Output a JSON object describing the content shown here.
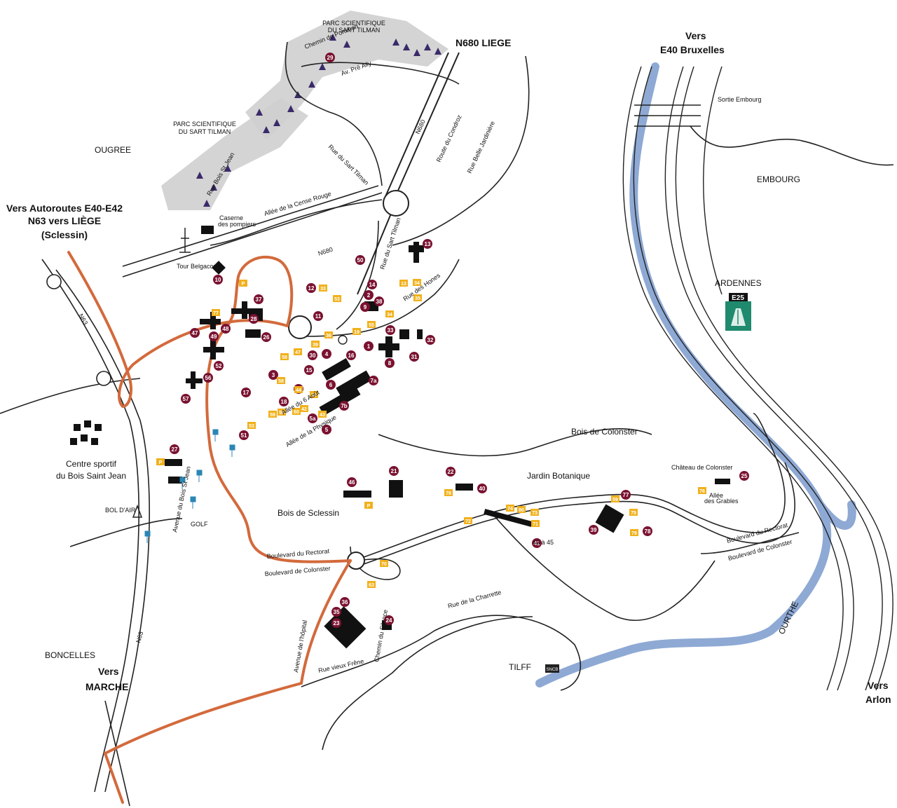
{
  "labels": {
    "n680_liege": "N680 LIEGE",
    "vers_e40_line1": "Vers",
    "vers_e40_line2": "E40 Bruxelles",
    "sortie_embourg": "Sortie Embourg",
    "embourg": "EMBOURG",
    "ougree": "OUGREE",
    "parc_sci_1_line1": "PARC SCIENTIFIQUE",
    "parc_sci_1_line2": "DU SART TILMAN",
    "parc_sci_2_line1": "PARC SCIENTIFIQUE",
    "parc_sci_2_line2": "DU SART TILMAN",
    "vers_auto_line1": "Vers Autoroutes E40-E42",
    "vers_auto_line2": "N63 vers LIÈGE",
    "vers_auto_line3": "(Sclessin)",
    "caserne_line1": "Caserne",
    "caserne_line2": "des pompiers",
    "tour_belgacom": "Tour Belgacom",
    "ardennes": "ARDENNES",
    "e25": "E25",
    "bois_colonster": "Bois de Colonster",
    "chateau_colonster": "Château de Colonster",
    "allee_grables_line1": "Allée",
    "allee_grables_line2": "des Grables",
    "jardin_botanique": "Jardin Botanique",
    "bois_sclessin": "Bois de Sclessin",
    "centre_sportif_line1": "Centre sportif",
    "centre_sportif_line2": "du Bois Saint Jean",
    "bol_dair": "BOL D'AIR",
    "golf": "GOLF",
    "boncelles": "BONCELLES",
    "vers_marche_line1": "Vers",
    "vers_marche_line2": "MARCHE",
    "tilff": "TILFF",
    "vers_arlon_line1": "Vers",
    "vers_arlon_line2": "Arlon",
    "ourthe": "OURTHE",
    "n63_top": "N63",
    "n63_bottom": "N63",
    "n680_mid": "N680",
    "n680_route": "N680",
    "route_condroz": "Route du Condroz",
    "rue_belle_jardiniere": "Rue Belle Jardinière",
    "rue_sart_tilman": "Rue du Sart Tilman",
    "rue_bois_st_jean": "Rue Bois St Jean",
    "allee_cense_rouge": "Allée de la Cense Rouge",
    "av_pre_aily": "Av. Pré Aily",
    "chemin_ponxhon": "Chemin de Ponxhon",
    "rue_hauts_sart": "Rue du Sart Tilman",
    "rue_hones": "Rue des Hones",
    "blvd_rectorat_1": "Boulevard du Rectorat",
    "blvd_rectorat_2": "Boulevard du Rectorat",
    "blvd_colonster_1": "Boulevard de Colonster",
    "blvd_colonster_2": "Boulevard de Colonster",
    "rue_charrette": "Rue de la Charrette",
    "avenue_hopital": "Avenue de l'hôpital",
    "chemin_silence": "Chemin du Silence",
    "rue_vieux_frene": "Rue vieux Frêne",
    "avenue_bois_st_jean": "Avenue du Bois St Jean",
    "allee_physique": "Allée de la Physique",
    "allee_6_aout": "Allée du 6 Août",
    "a45_label": "43 à 45",
    "bloc_label": "SNCB"
  },
  "markers_maroon": [
    "29",
    "10",
    "50",
    "12",
    "11",
    "14",
    "2",
    "9",
    "38",
    "13",
    "33",
    "32",
    "31",
    "8",
    "1",
    "16",
    "7a",
    "7b",
    "6",
    "5",
    "5a",
    "30",
    "4",
    "15",
    "20",
    "18",
    "3",
    "17",
    "51",
    "37",
    "28",
    "26",
    "48",
    "47",
    "49",
    "52",
    "56",
    "57",
    "27",
    "46",
    "21",
    "22",
    "40",
    "39",
    "41",
    "25",
    "77",
    "78",
    "36",
    "35",
    "23",
    "24"
  ],
  "markers_yellow": [
    "P",
    "33",
    "53",
    "34",
    "35",
    "13",
    "34",
    "55",
    "19",
    "36",
    "39",
    "47",
    "58",
    "58",
    "55",
    "59",
    "60",
    "42",
    "54",
    "43",
    "44",
    "53",
    "59",
    "76",
    "80",
    "73",
    "74",
    "72",
    "71",
    "75",
    "79",
    "77",
    "78",
    "P",
    "70",
    "63",
    "P"
  ],
  "colors": {
    "route": "#d36a3c",
    "river": "#8ea9d4",
    "marker_maroon": "#7a1230",
    "marker_yellow": "#f1b11c",
    "e25_green": "#1f8a6d",
    "parc_fill": "#c9c9c9"
  }
}
